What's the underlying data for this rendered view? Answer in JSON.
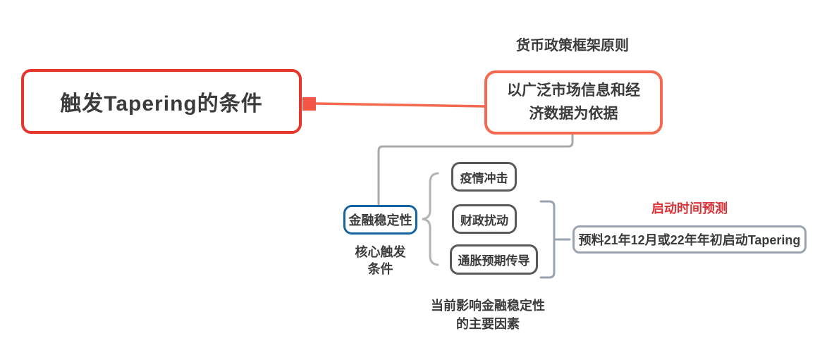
{
  "colors": {
    "root_border": "#e5352c",
    "principle_border": "#f4694f",
    "stability_border": "#15639f",
    "factor_border": "#58595b",
    "prediction_border": "#9aa3ae",
    "connector_salmon": "#f4694f",
    "connector_gray": "#a9a9a9",
    "label_red": "#d93036",
    "text": "#3b3b3b"
  },
  "mindmap": {
    "root": "触发Tapering的条件",
    "principle": {
      "label": "货币政策框架原则",
      "node": "以广泛市场信息和经\n济数据为依据"
    },
    "stability": {
      "node": "金融稳定性",
      "caption": "核心触发\n条件"
    },
    "factors": {
      "items": [
        "疫情冲击",
        "财政扰动",
        "通胀预期传导"
      ],
      "caption": "当前影响金融稳定性\n的主要因素"
    },
    "prediction": {
      "label": "启动时间预测",
      "node": "预料21年12月或22年年初启动Tapering"
    }
  }
}
